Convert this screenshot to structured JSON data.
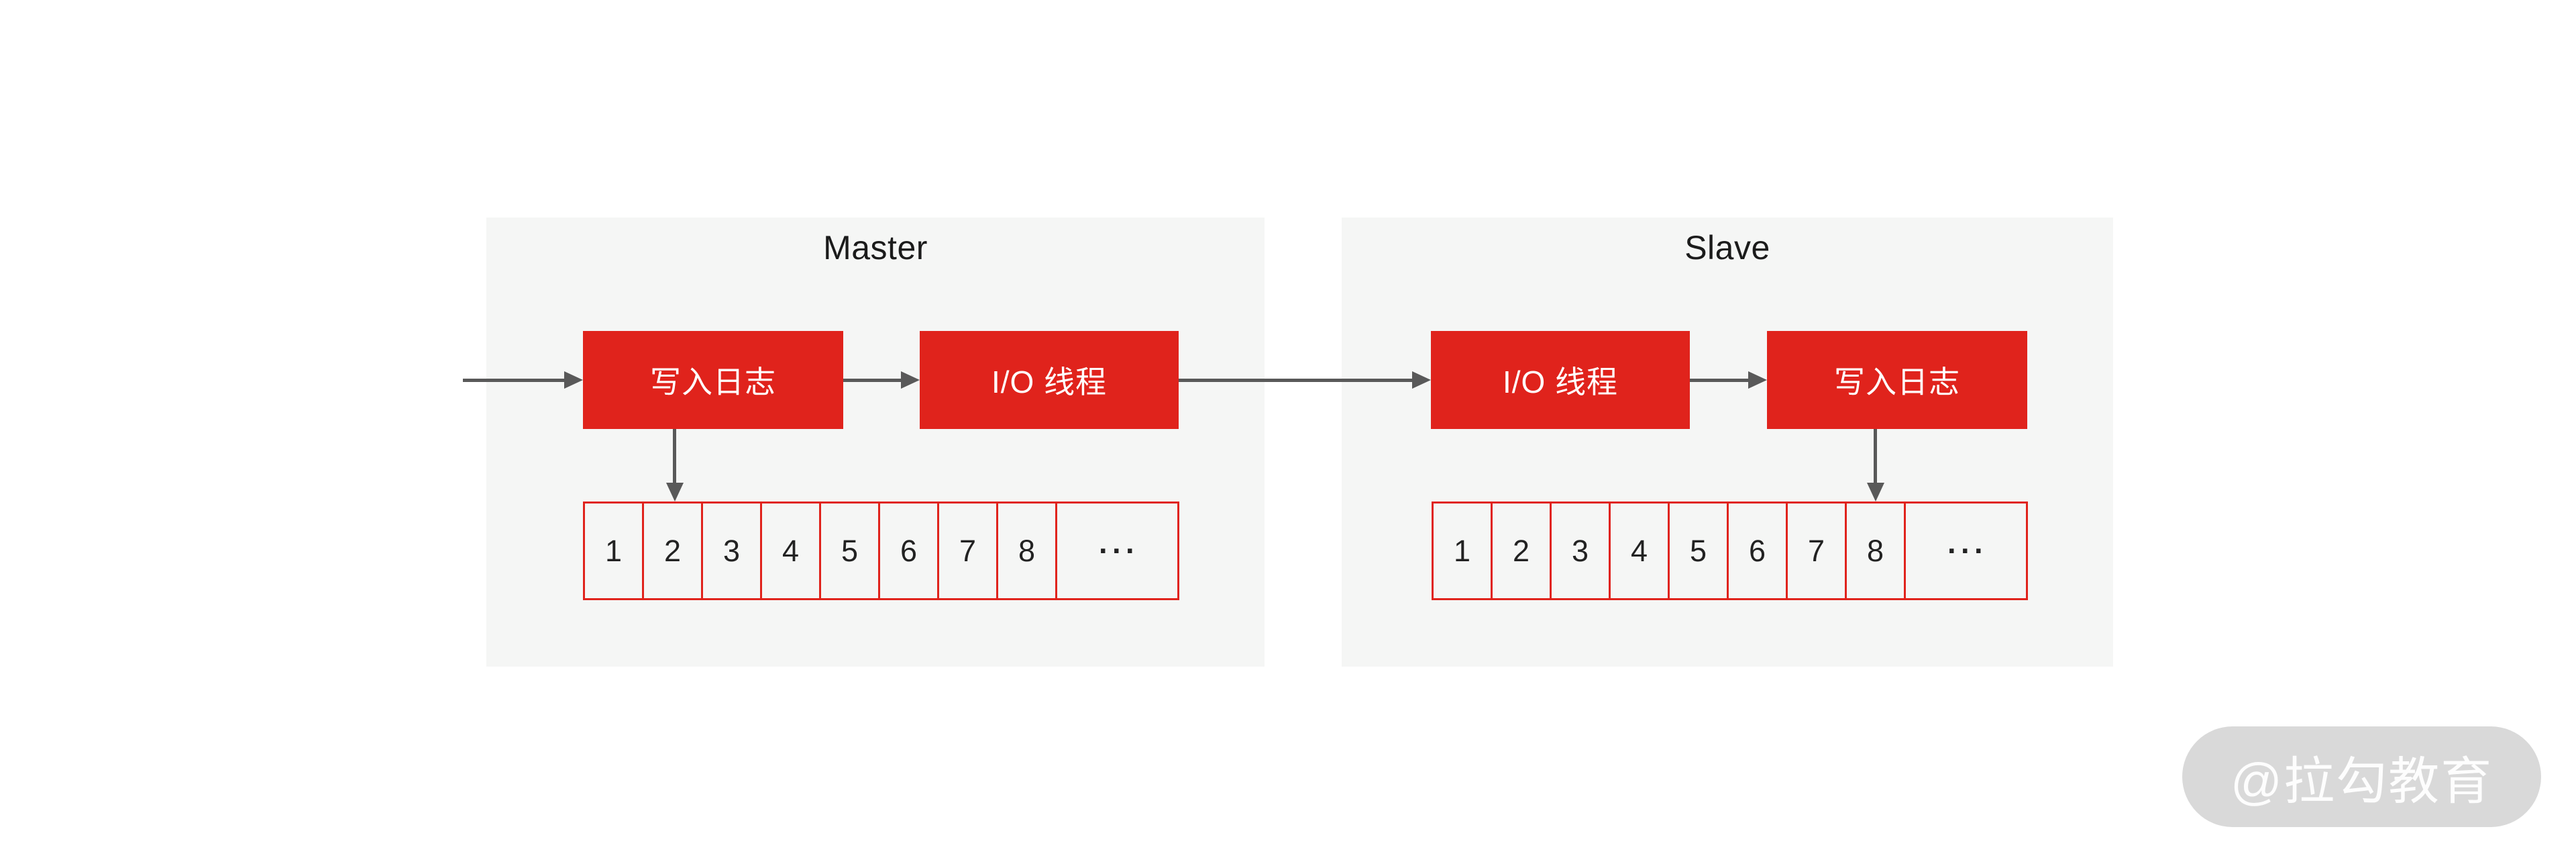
{
  "colors": {
    "box_red": "#e0231c",
    "panel_gray": "#f5f6f5",
    "arrow_gray": "#595959",
    "title_text": "#1b1b1b",
    "cell_text": "#222222",
    "box_text": "#ffffff",
    "watermark_bg": "#d9d9d9",
    "watermark_text": "#ffffff"
  },
  "panels": [
    {
      "id": "master",
      "title": "Master",
      "boxes": [
        {
          "label": "写入日志"
        },
        {
          "label": "I/O 线程"
        }
      ],
      "cells": [
        "1",
        "2",
        "3",
        "4",
        "5",
        "6",
        "7",
        "8",
        "···"
      ]
    },
    {
      "id": "slave",
      "title": "Slave",
      "boxes": [
        {
          "label": "I/O 线程"
        },
        {
          "label": "写入日志"
        }
      ],
      "cells": [
        "1",
        "2",
        "3",
        "4",
        "5",
        "6",
        "7",
        "8",
        "···"
      ]
    }
  ],
  "watermark": {
    "label": "@拉勾教育"
  }
}
